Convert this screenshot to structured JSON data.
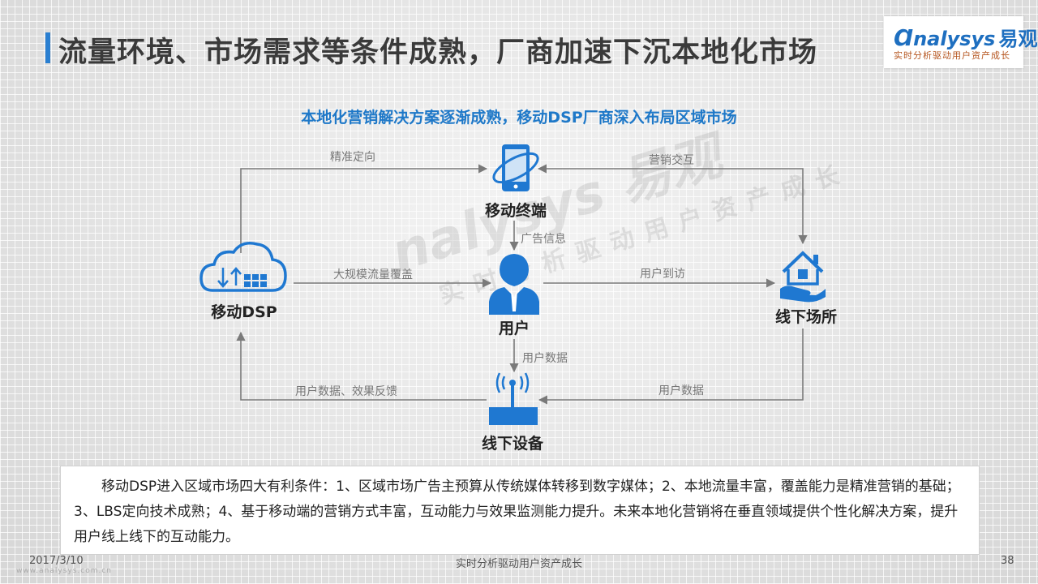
{
  "title": "流量环境、市场需求等条件成熟，厂商加速下沉本地化市场",
  "logo": {
    "main": "nalysys",
    "cn": "易观",
    "sub": "实时分析驱动用户资产成长"
  },
  "subtitle": "本地化营销解决方案逐渐成熟，移动DSP厂商深入布局区域市场",
  "nodes": {
    "mobile_terminal": "移动终端",
    "mobile_dsp": "移动DSP",
    "user": "用户",
    "offline_venue": "线下场所",
    "offline_device": "线下设备"
  },
  "edges": {
    "precise_targeting": "精准定向",
    "marketing_interaction": "营销交互",
    "ad_info": "广告信息",
    "mass_coverage": "大规模流量覆盖",
    "user_visit": "用户到访",
    "user_data_1": "用户数据",
    "user_data_feedback": "用户数据、效果反馈",
    "user_data_2": "用户数据"
  },
  "watermark": {
    "main": "nalysys 易观",
    "sub": "实时分析驱动用户资产成长"
  },
  "note": "移动DSP进入区域市场四大有利条件：1、区域市场广告主预算从传统媒体转移到数字媒体；2、本地流量丰富，覆盖能力是精准营销的基础；3、LBS定向技术成熟；4、基于移动端的营销方式丰富，互动能力与效果监测能力提升。未来本地化营销将在垂直领域提供个性化解决方案，提升用户线上线下的互动能力。",
  "footer": {
    "date": "2017/3/10",
    "url": "www.analysys.com.cn",
    "center": "实时分析驱动用户资产成长",
    "page": "38"
  },
  "colors": {
    "accent": "#2a7fd1",
    "icon": "#1f78d1",
    "line": "#7a7a7a"
  }
}
